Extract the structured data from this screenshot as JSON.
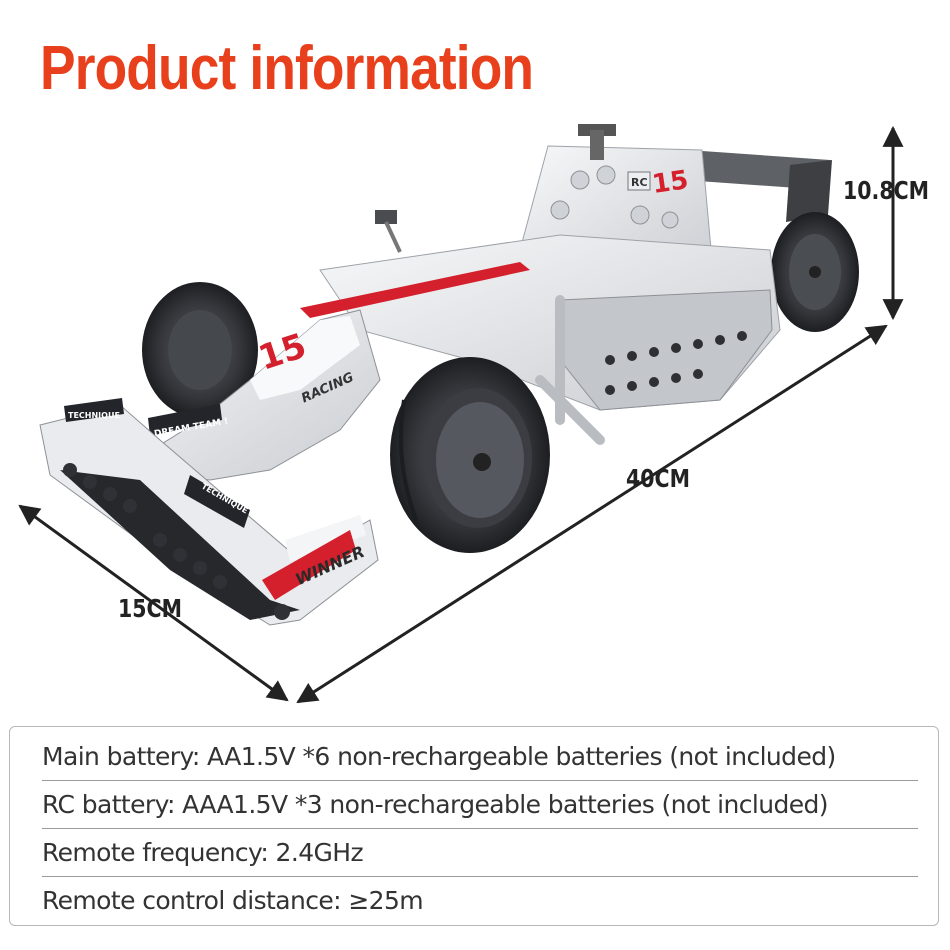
{
  "header": {
    "title": "Product information"
  },
  "dimensions": {
    "height": "10.8CM",
    "length": "40CM",
    "width": "15CM"
  },
  "car_decals": {
    "number": "15",
    "racing": "RACING",
    "dream_team": "DREAM TEAM !",
    "winner": "WINNER",
    "technique": "TECHNIQUE",
    "rc": "RC"
  },
  "specs": [
    {
      "text": "Main battery: AA1.5V *6  non-rechargeable batteries (not included)"
    },
    {
      "text": "RC battery: AAA1.5V *3 non-rechargeable batteries (not included)"
    },
    {
      "text": "Remote frequency: 2.4GHz"
    },
    {
      "text": "Remote control distance: ≥25m"
    }
  ],
  "colors": {
    "title": "#e8401c",
    "accent_red": "#d4202c",
    "body_white": "#eef0f2",
    "tire": "#2b2d31"
  }
}
